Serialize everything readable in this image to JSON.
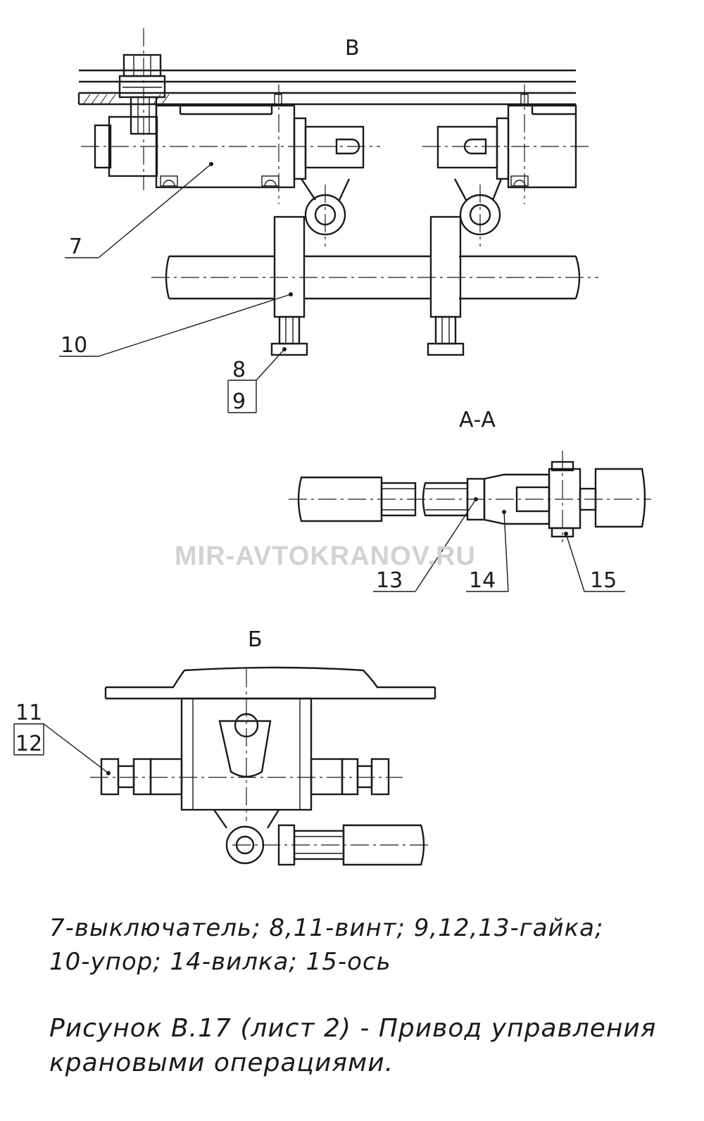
{
  "views": {
    "v": "В",
    "aa": "А-А",
    "b": "Б"
  },
  "callouts": {
    "c7": "7",
    "c8": "8",
    "c9": "9",
    "c10": "10",
    "c11": "11",
    "c12": "12",
    "c13": "13",
    "c14": "14",
    "c15": "15"
  },
  "watermark": "MIR-AVTOKRANOV.RU",
  "legend": {
    "line1": "7-выключатель; 8,11-винт; 9,12,13-гайка;",
    "line2": "10-упор; 14-вилка; 15-ось"
  },
  "caption": {
    "line1": "Рисунок В.17 (лист 2) - Привод управления",
    "line2": "крановыми операциями."
  }
}
